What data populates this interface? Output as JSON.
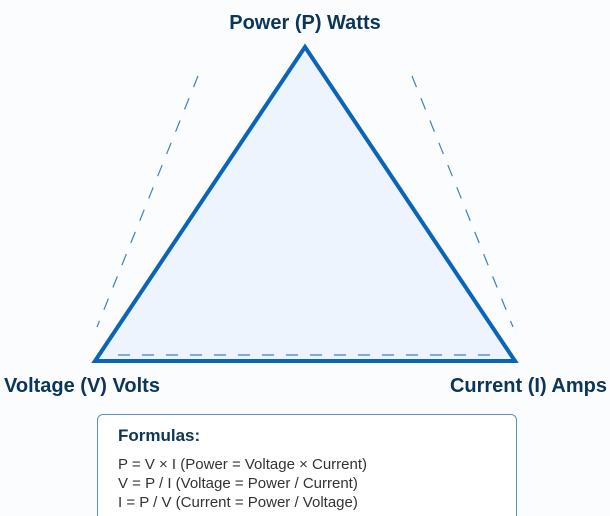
{
  "vertices": {
    "top": "Power (P) Watts",
    "left": "Voltage (V) Volts",
    "right": "Current (I) Amps"
  },
  "formulas": {
    "title": "Formulas:",
    "lines": [
      "P = V × I (Power = Voltage × Current)",
      "V = P / I (Voltage = Power / Current)",
      "I = P / V (Current = Power / Voltage)"
    ]
  },
  "colors": {
    "triangle_stroke": "#0a64b8",
    "triangle_fill": "#eef4fd",
    "dash": "#3f7fbf",
    "label_text": "#0b3559"
  }
}
